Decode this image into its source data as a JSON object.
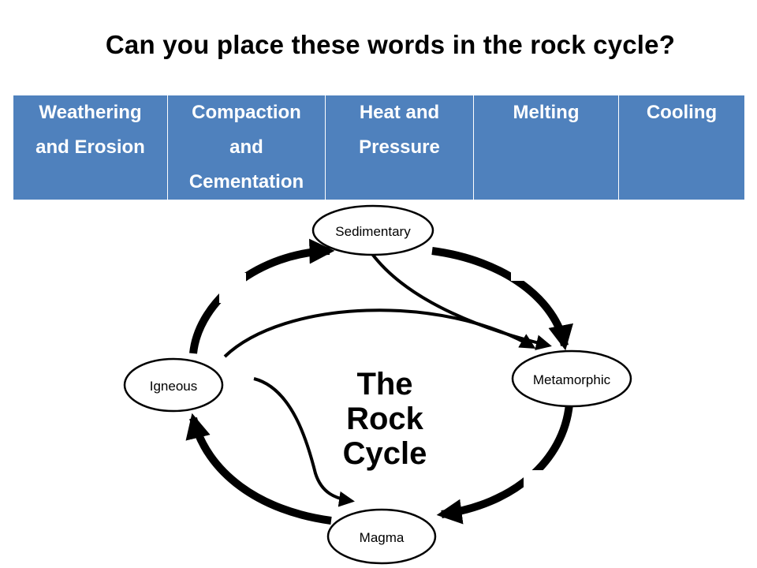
{
  "title": "Can you place these words in the rock cycle?",
  "word_bank": [
    "Weathering and Erosion",
    "Compaction and Cementation",
    "Heat and Pressure",
    "Melting",
    "Cooling"
  ],
  "diagram": {
    "center_title": [
      "The",
      "Rock",
      "Cycle"
    ],
    "nodes": {
      "sedimentary": "Sedimentary",
      "metamorphic": "Metamorphic",
      "magma": "Magma",
      "igneous": "Igneous"
    }
  }
}
